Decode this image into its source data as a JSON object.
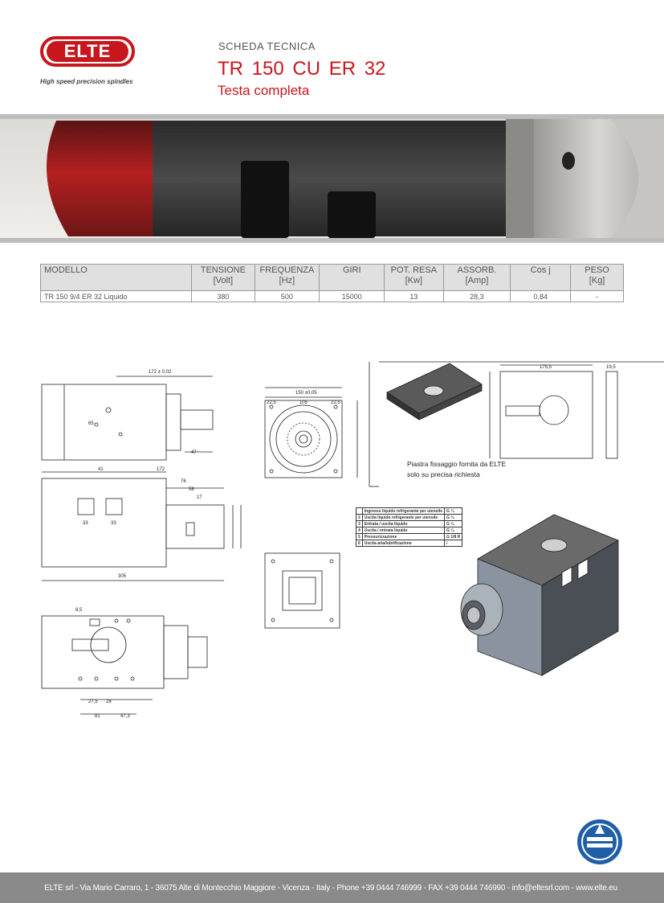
{
  "header": {
    "brand": "ELTE",
    "tagline": "High speed precision spindles",
    "doc_type": "SCHEDA TECNICA",
    "title": "TR 150 CU  ER 32",
    "subtitle": "Testa completa"
  },
  "spec_table": {
    "headers": [
      {
        "label": "MODELLO",
        "unit": ""
      },
      {
        "label": "TENSIONE",
        "unit": "[Volt]"
      },
      {
        "label": "FREQUENZA",
        "unit": "[Hz]"
      },
      {
        "label": "GIRI",
        "unit": ""
      },
      {
        "label": "POT. RESA",
        "unit": "[Kw]"
      },
      {
        "label": "ASSORB.",
        "unit": "[Amp]"
      },
      {
        "label": "Cos j",
        "unit": ""
      },
      {
        "label": "PESO",
        "unit": "[Kg]"
      }
    ],
    "rows": [
      [
        "TR 150 9/4 ER 32  Liquido",
        "380",
        "500",
        "15000",
        "13",
        "28,3",
        "0,84",
        "-"
      ]
    ]
  },
  "drawing_labels": {
    "dim_172_top": "172 ± 0,02",
    "dim_150": "150 ±0,05",
    "dim_105": "105",
    "dim_225a": "22,5",
    "dim_225b": "22,5",
    "dim_41": "41",
    "dim_172_side": "172",
    "dim_76": "76",
    "dim_58": "58",
    "dim_17": "17",
    "dim_33a": "33",
    "dim_33b": "33",
    "dim_305": "305",
    "dim_175": "175,5",
    "dim_195": "19,5",
    "dim_65": "65",
    "dim_47": "47",
    "dim_275": "27,5",
    "dim_28": "28",
    "dim_473": "47,3",
    "dim_81": "81",
    "dim_85": "8,5",
    "plate_note_1": "Piastra fissaggio fornita da ELTE",
    "plate_note_2": "solo su precisa richiesta"
  },
  "legend": [
    [
      "",
      "Ingresso liquido refrigerante per utensile",
      "G ¼"
    ],
    [
      "2",
      "Uscita liquido refrigerante per utensile",
      "G ¼"
    ],
    [
      "3",
      "Entrata / uscita liquido",
      "G ¼"
    ],
    [
      "4",
      "Uscita / entrata liquido",
      "G ¼"
    ],
    [
      "5",
      "Pressurizzazione",
      "G 1/8 R"
    ],
    [
      "6",
      "Uscita aria/lubrificazione",
      "/"
    ]
  ],
  "footer": {
    "text": "ELTE srl - Via Mario Carraro, 1 - 36075 Alte di Montecchio Maggiore - Vicenza - Italy  - Phone +39 0444 746999 - FAX +39 0444 746990 - info@eltesrl.com - www.elte.eu"
  },
  "colors": {
    "brand_red": "#c8161d",
    "footer_gray": "#8a8a8a",
    "table_header": "#e0e0e0"
  }
}
